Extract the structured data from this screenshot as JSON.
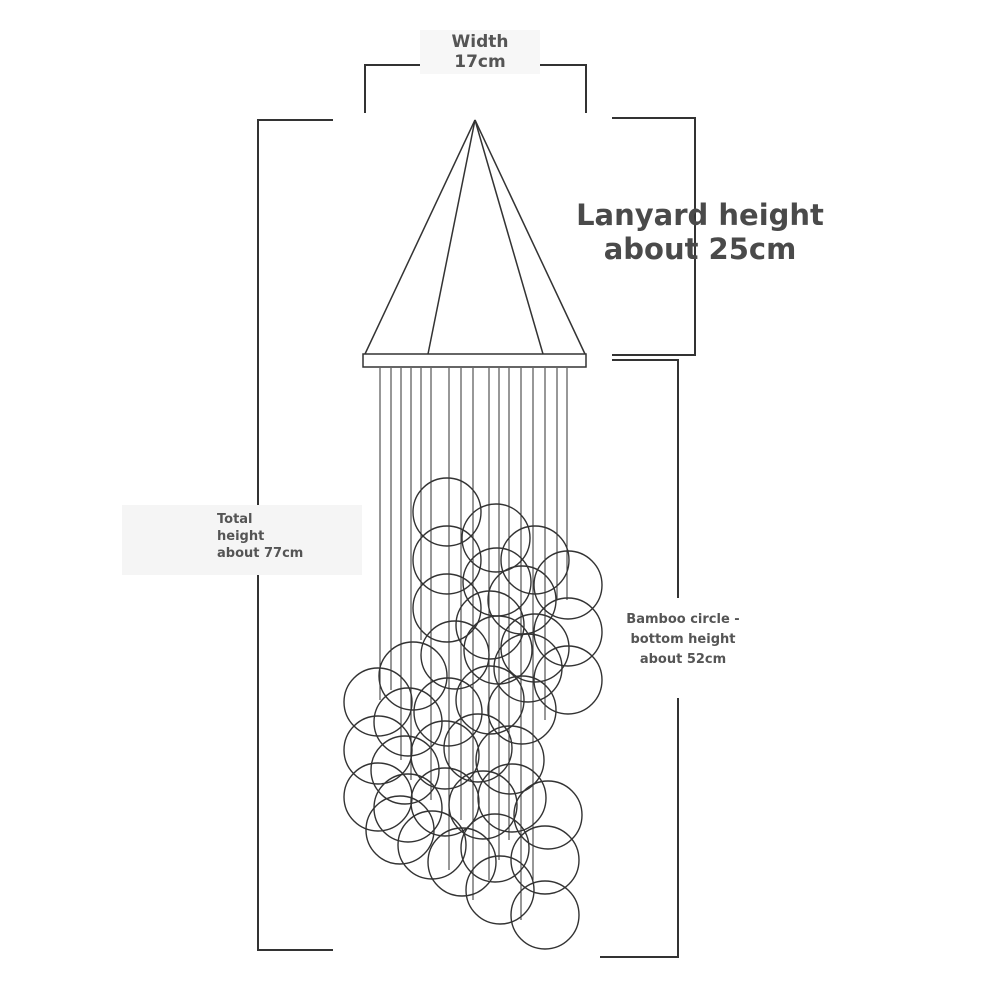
{
  "labels": {
    "width": [
      "Width",
      "17cm"
    ],
    "lanyard": [
      "Lanyard height",
      "about 25cm"
    ],
    "total": [
      "Total",
      "height",
      "about 77cm"
    ],
    "bamboo": [
      "Bamboo circle -",
      "bottom height",
      "about 52cm"
    ]
  },
  "colors": {
    "line": "#333333",
    "ring": "#3a3a3a",
    "text": "#444444"
  }
}
